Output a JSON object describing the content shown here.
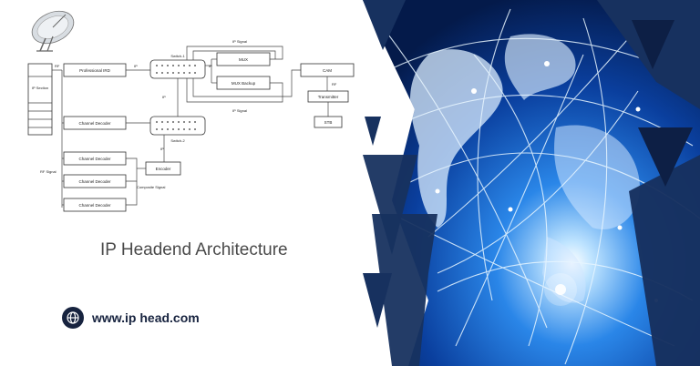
{
  "diagram": {
    "caption": "IP Headend Architecture",
    "nodes": {
      "ip_section": "IP Section",
      "professional_ird": "Professional IRD",
      "switch1": "Switch-1",
      "switch2": "Switch-2",
      "mux": "MUX",
      "mux_backup": "MUX Backup",
      "cam": "CAM",
      "transmitter": "Transmitter",
      "stb": "STB",
      "encoder": "Encoder",
      "channel_decoder_1": "Channel Decoder",
      "channel_decoder_2": "Channel Decoder",
      "channel_decoder_3": "Channel Decoder",
      "channel_decoder_4": "Channel Decoder"
    },
    "edge_labels": {
      "rf": "RF",
      "ip_1": "IP",
      "ip_2": "IP",
      "ip_3": "IP",
      "ip_4": "IP",
      "ip_signal_top": "IP Signal",
      "ip_signal_bottom": "IP Signal",
      "rf_cam": "RF",
      "rf_signal": "RF Signal",
      "composite_signal": "Composite Signal"
    }
  },
  "website": "www.ip head.com",
  "icons": {
    "satellite_dish": "satellite-dish-icon",
    "globe": "globe-icon"
  },
  "colors": {
    "navy": "#17315f",
    "dark_navy": "#0d1f45",
    "light_blue": "#6fb6ff",
    "bg": "#ffffff"
  }
}
